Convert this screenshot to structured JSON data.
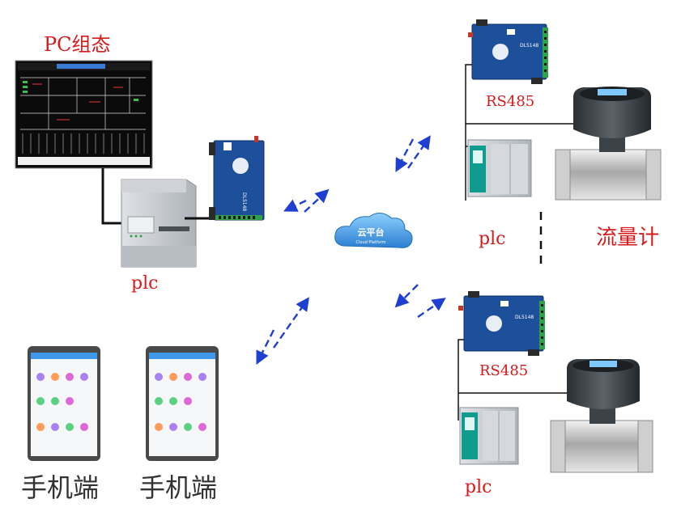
{
  "labels": {
    "pc_config": "PC组态",
    "plc_left": "plc",
    "rs485_top": "RS485",
    "plc_top_right": "plc",
    "flowmeter": "流量计",
    "rs485_bottom": "RS485",
    "plc_bottom_right": "plc",
    "mobile_1": "手机端",
    "mobile_2": "手机端"
  },
  "cloud": {
    "name": "云平台",
    "sub": "Cloud Platform"
  },
  "device": {
    "model": "DL5148"
  },
  "colors": {
    "label_red": "#d61a1a",
    "arrow_blue": "#1f3fd0",
    "device_blue": "#1d4f9a",
    "terminal_green": "#2fa24a",
    "plc_gray": "#c9ccd1",
    "plc_teal": "#0f9b8e",
    "screen_bg": "#0b0b0b",
    "cloud_blue": "#3d9be0",
    "phone_header": "#1e88e5"
  },
  "icons": [
    "cloud-icon",
    "gateway-icon",
    "plc-icon",
    "flowmeter-icon",
    "monitor-icon",
    "phone-icon",
    "wireless-arrow-icon"
  ]
}
